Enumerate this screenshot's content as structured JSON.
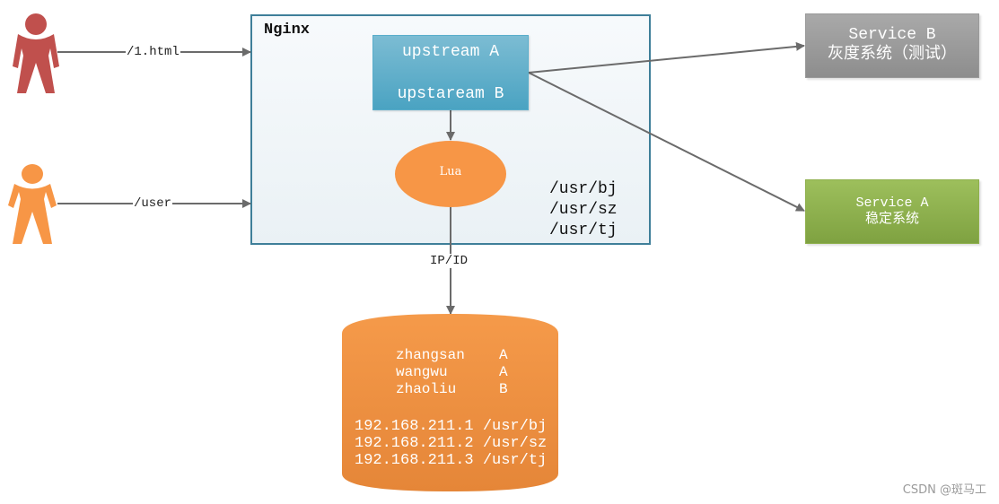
{
  "actors": [
    {
      "name": "user-red",
      "color": "#c0504d",
      "edge_label": "/1.html"
    },
    {
      "name": "user-orange",
      "color": "#f79646",
      "edge_label": "/user"
    }
  ],
  "nginx": {
    "title": "Nginx",
    "upstream": {
      "line1": "upstream A",
      "line2": "upstaream B"
    },
    "lua_label": "Lua",
    "paths": [
      "/usr/bj",
      "/usr/sz",
      "/usr/tj"
    ]
  },
  "edges": {
    "lua_to_db": "IP/ID"
  },
  "services": {
    "b": {
      "title": "Service B",
      "subtitle": "灰度系统（测试）",
      "color": "#9b9b9b"
    },
    "a": {
      "title": "Service A",
      "subtitle": "稳定系统",
      "color": "#8eb24e"
    }
  },
  "database": {
    "users": [
      {
        "name": "zhangsan",
        "group": "A"
      },
      {
        "name": "wangwu",
        "group": "A"
      },
      {
        "name": "zhaoliu",
        "group": "B"
      }
    ],
    "ips": [
      {
        "ip": "192.168.211.1",
        "path": "/usr/bj"
      },
      {
        "ip": "192.168.211.2",
        "path": "/usr/sz"
      },
      {
        "ip": "192.168.211.3",
        "path": "/usr/tj"
      }
    ],
    "color": "#f4913f"
  },
  "watermark": "CSDN @斑马工"
}
